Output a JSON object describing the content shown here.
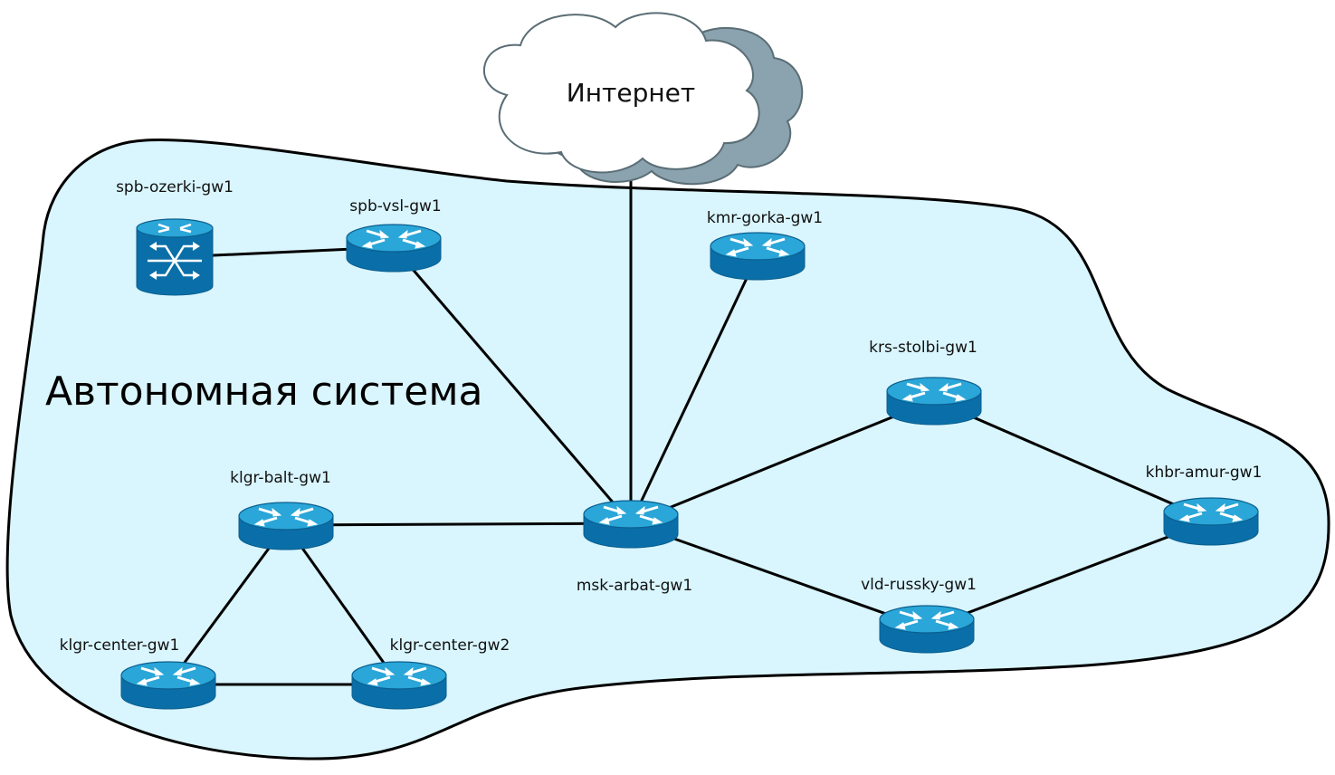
{
  "internet_label": "Интернет",
  "as_label": "Автономная система",
  "colors": {
    "as_fill": "#d9f5fd",
    "device_top": "#2aa6d8",
    "device_side": "#0a6fa8",
    "device_rim": "#0b5f8f",
    "cloud_shadow": "#8aa3ae"
  },
  "devices": [
    {
      "id": "spb-ozerki-gw1",
      "label": "spb-ozerki-gw1",
      "type": "switch-icon"
    },
    {
      "id": "spb-vsl-gw1",
      "label": "spb-vsl-gw1",
      "type": "router-icon"
    },
    {
      "id": "kmr-gorka-gw1",
      "label": "kmr-gorka-gw1",
      "type": "router-icon"
    },
    {
      "id": "krs-stolbi-gw1",
      "label": "krs-stolbi-gw1",
      "type": "router-icon"
    },
    {
      "id": "khbr-amur-gw1",
      "label": "khbr-amur-gw1",
      "type": "router-icon"
    },
    {
      "id": "msk-arbat-gw1",
      "label": "msk-arbat-gw1",
      "type": "router-icon"
    },
    {
      "id": "vld-russky-gw1",
      "label": "vld-russky-gw1",
      "type": "router-icon"
    },
    {
      "id": "klgr-balt-gw1",
      "label": "klgr-balt-gw1",
      "type": "router-icon"
    },
    {
      "id": "klgr-center-gw1",
      "label": "klgr-center-gw1",
      "type": "router-icon"
    },
    {
      "id": "klgr-center-gw2",
      "label": "klgr-center-gw2",
      "type": "router-icon"
    }
  ],
  "links": [
    [
      "spb-ozerki-gw1",
      "spb-vsl-gw1"
    ],
    [
      "spb-vsl-gw1",
      "msk-arbat-gw1"
    ],
    [
      "internet",
      "msk-arbat-gw1"
    ],
    [
      "kmr-gorka-gw1",
      "msk-arbat-gw1"
    ],
    [
      "krs-stolbi-gw1",
      "msk-arbat-gw1"
    ],
    [
      "krs-stolbi-gw1",
      "khbr-amur-gw1"
    ],
    [
      "msk-arbat-gw1",
      "vld-russky-gw1"
    ],
    [
      "vld-russky-gw1",
      "khbr-amur-gw1"
    ],
    [
      "klgr-balt-gw1",
      "msk-arbat-gw1"
    ],
    [
      "klgr-balt-gw1",
      "klgr-center-gw1"
    ],
    [
      "klgr-balt-gw1",
      "klgr-center-gw2"
    ],
    [
      "klgr-center-gw1",
      "klgr-center-gw2"
    ]
  ]
}
